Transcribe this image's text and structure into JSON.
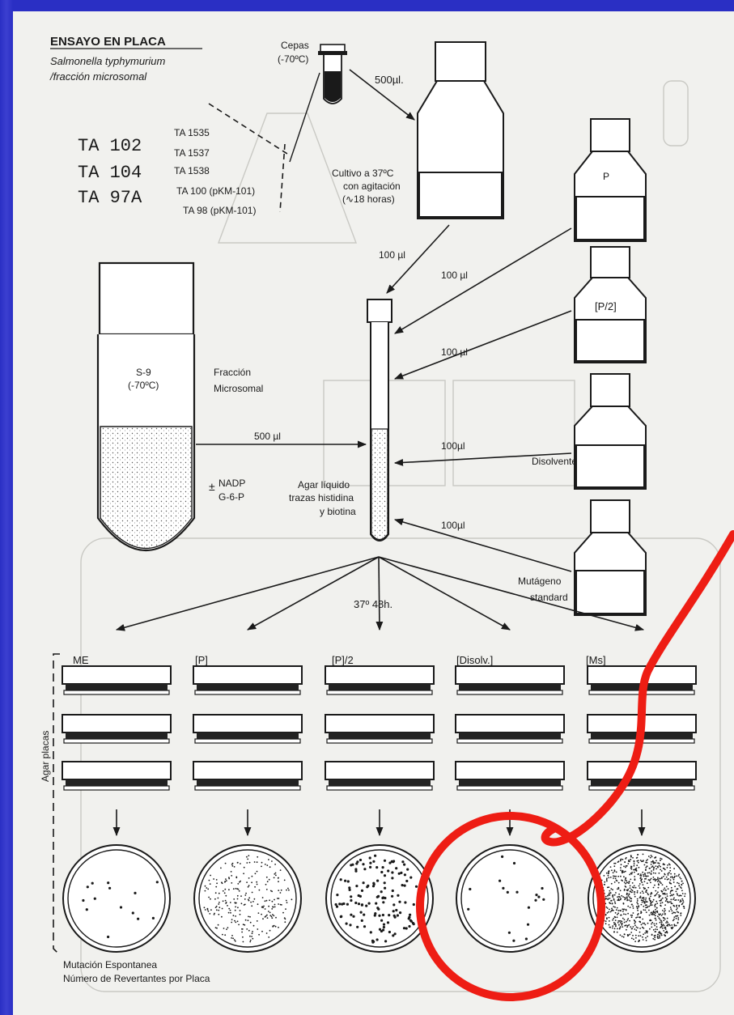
{
  "title": "ENSAYO EN PLACA",
  "subtitle_1": "Salmonella typhymurium",
  "subtitle_2": "/fracción microsomal",
  "strains_large": [
    "TA 102",
    "TA 104",
    "TA 97A"
  ],
  "strains_small": [
    "TA 1535",
    "TA 1537",
    "TA 1538",
    "TA 100 (pKM-101)",
    "TA 98 (pKM-101)"
  ],
  "cepas_label": "Cepas",
  "cepas_temp": "(-70ºC)",
  "vol_500ul_cepas": "500µl.",
  "cultivo_1": "Cultivo a 37ºC",
  "cultivo_2": "con agitación",
  "cultivo_3": "(∿18 horas)",
  "vol_100ul_cultivo": "100 µl",
  "bottle_p": "P",
  "bottle_p2": "[P/2]",
  "vol_100ul_p": "100 µl",
  "vol_100ul_p2": "100 µl",
  "vol_100ul_disolvente": "100µl",
  "vol_100ul_mutageno": "100µl",
  "disolvente_label": "Disolvente",
  "mutageno_1": "Mutágeno",
  "mutageno_2": "standard",
  "s9_label": "S-9",
  "s9_temp": "(-70ºC)",
  "fraccion_1": "Fracción",
  "fraccion_2": "Microsomal",
  "vol_500ul_s9": "500 µl",
  "nadp_pm": "±",
  "nadp_1": "NADP",
  "nadp_2": "G-6-P",
  "agar_1": "Agar líquido",
  "agar_2": "trazas histidina",
  "agar_3": "y biotina",
  "incubation": "37º 48h.",
  "columns": [
    "ME",
    "[P]",
    "[P]/2",
    "[Disolv.]",
    "[Ms]"
  ],
  "agar_placas": "Agar placas",
  "footer_1": "Mutación Espontanea",
  "footer_2": "Número de Revertantes por Placa",
  "annotation_color": "#ee1d14"
}
